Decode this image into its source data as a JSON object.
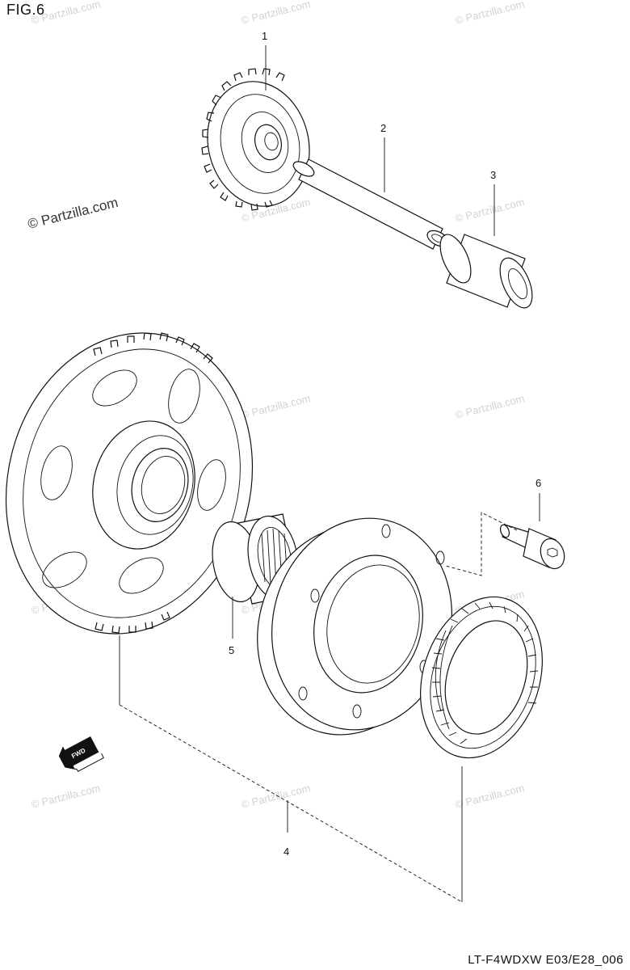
{
  "figure_label": "FIG.6",
  "drawing_code": "LT-F4WDXW E03/E28_006",
  "direction_arrow_label": "FWD",
  "watermark": {
    "primary_text": "© Partzilla.com",
    "repeat_text": "© Partzilla.com"
  },
  "callouts": [
    {
      "id": "1",
      "text": "1"
    },
    {
      "id": "2",
      "text": "2"
    },
    {
      "id": "3",
      "text": "3"
    },
    {
      "id": "4",
      "text": "4"
    },
    {
      "id": "5",
      "text": "5"
    },
    {
      "id": "6",
      "text": "6"
    }
  ]
}
